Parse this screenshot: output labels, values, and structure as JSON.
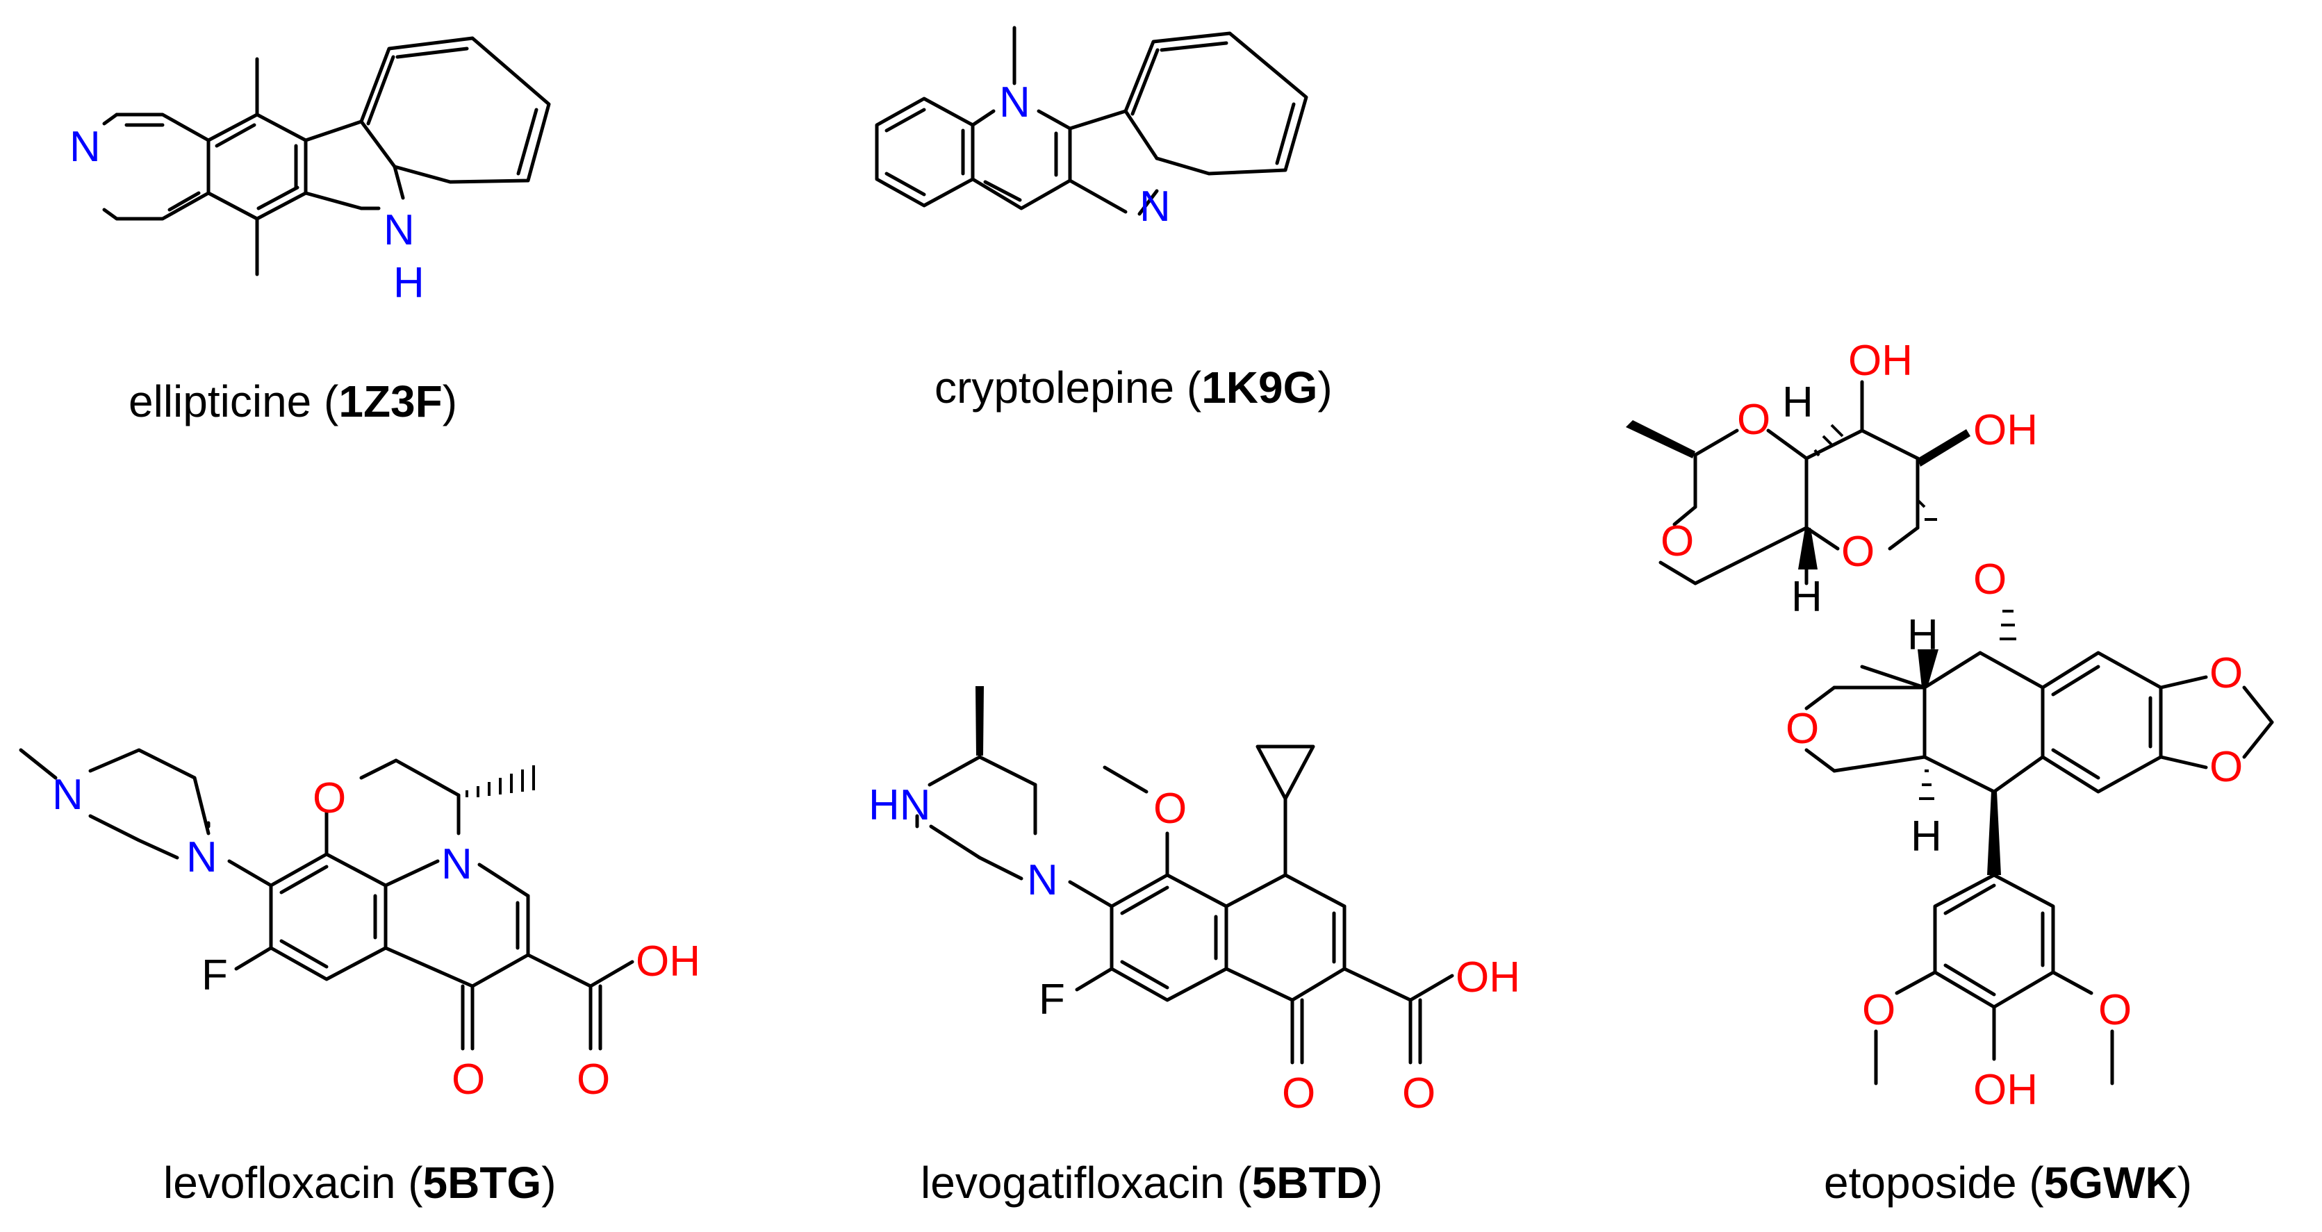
{
  "colors": {
    "bond": "#000000",
    "carbon_label": "#000000",
    "nitrogen": "#0000ff",
    "oxygen": "#ff0000",
    "background": "#ffffff"
  },
  "atom_symbols": {
    "N": "N",
    "NH_H": "H",
    "HN": "HN",
    "O": "O",
    "OH": "OH",
    "F": "F",
    "H": "H"
  },
  "compounds": [
    {
      "key": "ellipticine",
      "name": "ellipticine",
      "open": " (",
      "pdb": "1Z3F",
      "close": ")"
    },
    {
      "key": "cryptolepine",
      "name": "cryptolepine",
      "open": " (",
      "pdb": "1K9G",
      "close": ")"
    },
    {
      "key": "etoposide",
      "name": "etoposide",
      "open": " (",
      "pdb": "5GWK",
      "close": ")"
    },
    {
      "key": "levofloxacin",
      "name": "levofloxacin",
      "open": " (",
      "pdb": "5BTG",
      "close": ")"
    },
    {
      "key": "levogatifloxacin",
      "name": "levogatifloxacin",
      "open": " (",
      "pdb": "5BTD",
      "close": ")"
    }
  ]
}
